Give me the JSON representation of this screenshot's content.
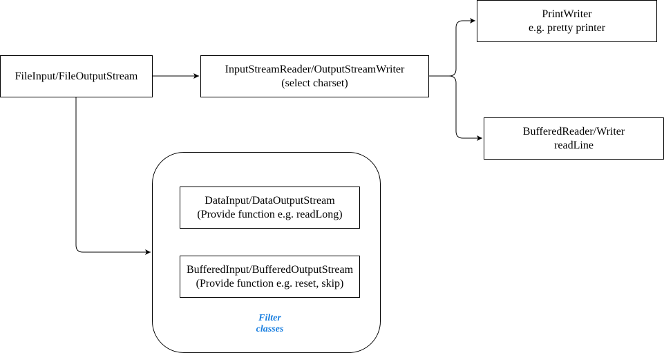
{
  "colors": {
    "line": "#000000",
    "filter_label": "#1a7fe0"
  },
  "nodes": {
    "file_stream": {
      "line1": "FileInput/FileOutputStream"
    },
    "stream_reader_writer": {
      "line1": "InputStreamReader/OutputStreamWriter",
      "line2": "(select charset)"
    },
    "print_writer": {
      "line1": "PrintWriter",
      "line2": "e.g. pretty printer"
    },
    "buffered_reader_writer": {
      "line1": "BufferedReader/Writer",
      "line2": "readLine"
    },
    "data_stream": {
      "line1": "DataInput/DataOutputStream",
      "line2": "(Provide function e.g. readLong)"
    },
    "buffered_stream": {
      "line1": "BufferedInput/BufferedOutputStream",
      "line2": "(Provide function e.g. reset, skip)"
    }
  },
  "filter_group": {
    "label_line1": "Filter",
    "label_line2": "classes"
  },
  "edges": [
    {
      "from": "file_stream",
      "to": "stream_reader_writer"
    },
    {
      "from": "stream_reader_writer",
      "to": "print_writer"
    },
    {
      "from": "stream_reader_writer",
      "to": "buffered_reader_writer"
    },
    {
      "from": "file_stream",
      "to": "filter_group"
    }
  ]
}
